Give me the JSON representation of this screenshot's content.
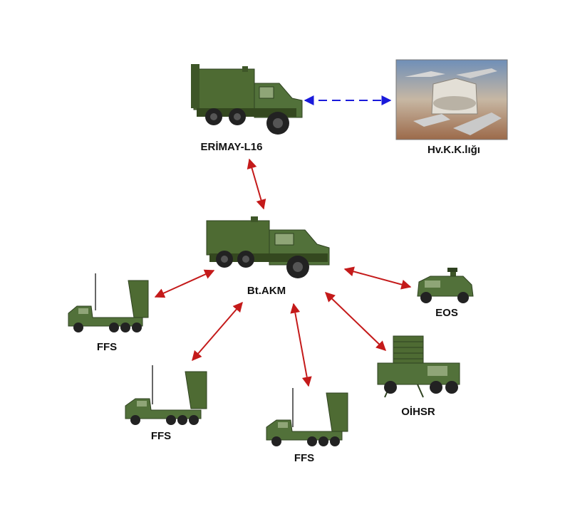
{
  "nodes": {
    "erimay": {
      "label": "ERİMAY-L16"
    },
    "hvkk": {
      "label": "Hv.K.K.lığı"
    },
    "btakm": {
      "label": "Bt.AKM"
    },
    "eos": {
      "label": "EOS"
    },
    "oihsr": {
      "label": "OİHSR"
    },
    "ffs_left": {
      "label": "FFS"
    },
    "ffs_bottom_left": {
      "label": "FFS"
    },
    "ffs_bottom_center": {
      "label": "FFS"
    }
  },
  "links": [
    {
      "from": "erimay",
      "to": "hvkk",
      "style": "dashed",
      "color": "#1a1adb"
    },
    {
      "from": "erimay",
      "to": "btakm",
      "style": "solid",
      "color": "#c41a1a"
    },
    {
      "from": "btakm",
      "to": "ffs_left",
      "style": "solid",
      "color": "#c41a1a"
    },
    {
      "from": "btakm",
      "to": "ffs_bottom_left",
      "style": "solid",
      "color": "#c41a1a"
    },
    {
      "from": "btakm",
      "to": "ffs_bottom_center",
      "style": "solid",
      "color": "#c41a1a"
    },
    {
      "from": "btakm",
      "to": "oihsr",
      "style": "solid",
      "color": "#c41a1a"
    },
    {
      "from": "btakm",
      "to": "eos",
      "style": "solid",
      "color": "#c41a1a"
    }
  ],
  "colors": {
    "vehicle_green": "#4e6b33",
    "vehicle_dark": "#34481f",
    "link_red": "#c41a1a",
    "link_blue": "#1a1adb"
  }
}
